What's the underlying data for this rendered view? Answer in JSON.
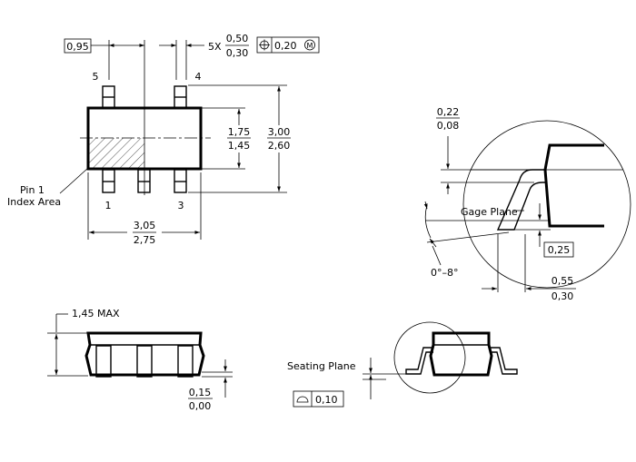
{
  "top_view": {
    "pitch": "0,95",
    "lead_count": "5X",
    "lead_width_max": "0,50",
    "lead_width_min": "0,30",
    "position_tolerance": "0,20",
    "mmc_symbol": "M",
    "pin_labels": {
      "p1": "1",
      "p3": "3",
      "p4": "4",
      "p5": "5"
    },
    "body_width_max": "1,75",
    "body_width_min": "1,45",
    "overall_width_max": "3,00",
    "overall_width_min": "2,60",
    "length_max": "3,05",
    "length_min": "2,75",
    "pin1_label_line1": "Pin 1",
    "pin1_label_line2": "Index Area"
  },
  "detail_view": {
    "lead_thickness_max": "0,22",
    "lead_thickness_min": "0,08",
    "gage_plane_label": "Gage Plane",
    "gage_dimension": "0,25",
    "angle_range": "0°–8°",
    "foot_length_max": "0,55",
    "foot_length_min": "0,30"
  },
  "side_view": {
    "height_max": "1,45 MAX",
    "standoff_max": "0,15",
    "standoff_min": "0,00"
  },
  "seating_view": {
    "seating_plane_label": "Seating Plane",
    "coplanarity": "0,10"
  }
}
